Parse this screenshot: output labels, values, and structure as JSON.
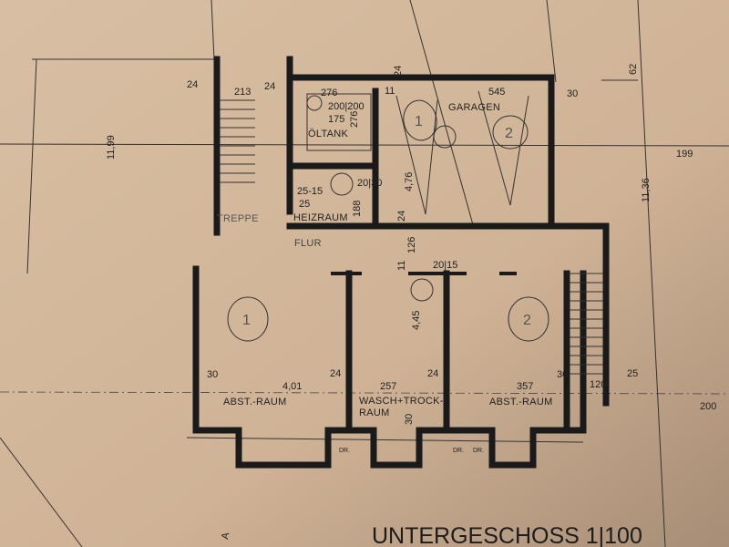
{
  "plan": {
    "title": "UNTERGESCHOSS 1|100",
    "section_marker": "A",
    "rooms": {
      "oiltank": "ÖLTANK",
      "garages": "GARAGEN",
      "boiler_room": "HEIZRAUM",
      "stairs": "TREPPE",
      "hallway": "FLUR",
      "storage_left": "ABST.-RAUM",
      "laundry_line1": "WASCH+TROCK-",
      "laundry_line2": "RAUM",
      "storage_right": "ABST.-RAUM"
    },
    "handwritten_markers": {
      "garage_1": "1",
      "garage_2": "2",
      "storage_1": "1",
      "storage_2": "2"
    },
    "dimensions": {
      "d_24_a": "24",
      "d_213": "213",
      "d_24_b": "24",
      "d_276_a": "276",
      "d_200_200": "200|200",
      "d_175": "175",
      "d_276_b": "276",
      "d_11_a": "11",
      "d_24_c": "24",
      "d_545": "545",
      "d_30_a": "30",
      "d_1199": "11,99",
      "d_25_15": "25-15",
      "d_25": "25",
      "d_188": "188",
      "d_2030": "20|30",
      "d_476": "4,76",
      "d_24_d": "24",
      "d_126": "126",
      "d_11_b": "11",
      "d_20_15": "20|15",
      "d_199": "199",
      "d_1136": "11,36",
      "d_62": "62",
      "d_445": "4,45",
      "d_30_b": "30",
      "d_401": "4,01",
      "d_24_e": "24",
      "d_257": "257",
      "d_24_f": "24",
      "d_357": "357",
      "d_30_c": "30",
      "d_120": "120",
      "d_25_b": "25",
      "d_200": "200",
      "d_30_d": "30"
    },
    "notes": {
      "dr_1": "DR.",
      "dr_2": "DR.",
      "dr_3": "DR."
    },
    "colors": {
      "paper": "#cfb397",
      "ink": "#1a1a1a"
    }
  }
}
